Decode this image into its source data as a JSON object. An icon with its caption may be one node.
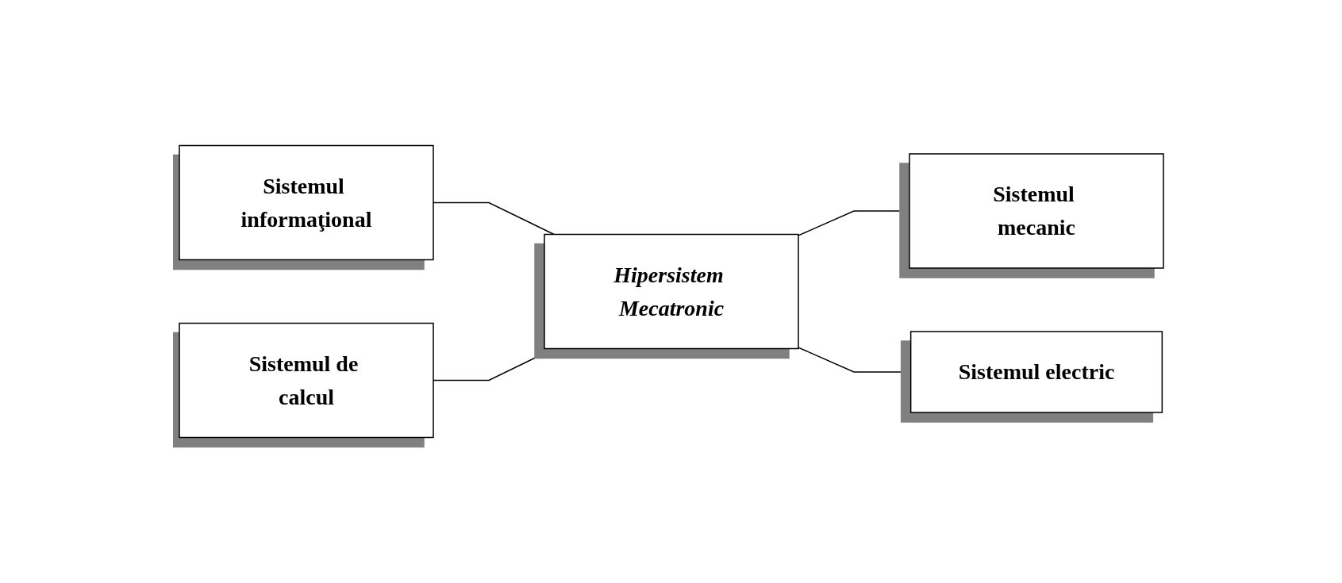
{
  "diagram": {
    "nodes": [
      {
        "text": [
          "Sistemul informaţional"
        ]
      },
      {
        "text": [
          "Sistemul mecanic"
        ]
      },
      {
        "text": [
          "Hipersistem Mecatronic"
        ]
      },
      {
        "text": [
          "Sistemul de calcul"
        ]
      },
      {
        "text": [
          "Sistemul electric"
        ]
      }
    ],
    "edges": [
      {
        "from": 0,
        "to": 2,
        "arrow": "none"
      },
      {
        "from": 2,
        "to": 1,
        "arrow": "none"
      },
      {
        "from": 3,
        "to": 2,
        "arrow": "none"
      },
      {
        "from": 2,
        "to": 4,
        "arrow": "none"
      }
    ]
  }
}
